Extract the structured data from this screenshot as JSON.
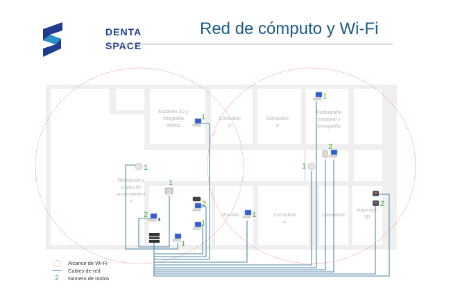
{
  "header": {
    "logo_line1": "DENTA",
    "logo_line2": "SPACE",
    "title": "Red de cómputo y Wi-Fi"
  },
  "colors": {
    "brand_dark": "#1f3d8f",
    "brand_light": "#2a8fc8",
    "title": "#1a5a86",
    "wifi_range": "#e88888",
    "cable": "#4e86a8",
    "node_count": "#3aa63a",
    "wall": "#eeeeee",
    "room_label": "#b4b4b4"
  },
  "rooms": [
    {
      "name": "escaneo",
      "lines": [
        "Escaneo 3D y",
        "fotografía",
        "clínica"
      ]
    },
    {
      "name": "consultorio-1",
      "lines": [
        "Consultori",
        "o"
      ]
    },
    {
      "name": "consultorio-2",
      "lines": [
        "Consultori",
        "o"
      ]
    },
    {
      "name": "radiografia",
      "lines": [
        "Radiografía",
        "extraoral y",
        "tomografía"
      ]
    },
    {
      "name": "recepcion",
      "lines": [
        "Recepción y",
        "cuarto de",
        "procesamient",
        "o"
      ]
    },
    {
      "name": "privado",
      "lines": [
        "Privado"
      ]
    },
    {
      "name": "consultorio-3",
      "lines": [
        "Consultori",
        "o"
      ]
    },
    {
      "name": "laboratorio",
      "lines": [
        "Laboratorio"
      ]
    },
    {
      "name": "impresion",
      "lines": [
        "Impresión",
        "3D"
      ]
    }
  ],
  "nodes": [
    {
      "name": "escaneo-computer",
      "icon": "computer",
      "count": "1"
    },
    {
      "name": "radiografia-computer",
      "icon": "computer",
      "count": "1"
    },
    {
      "name": "lab-printer-computer",
      "icon": "printer-computer",
      "count": "2"
    },
    {
      "name": "right-access-point",
      "icon": "wifi-access-point",
      "count": "1"
    },
    {
      "name": "left-access-point",
      "icon": "wifi-access-point",
      "count": "1"
    },
    {
      "name": "reception-printer",
      "icon": "printer",
      "count": "1"
    },
    {
      "name": "reception-printer-computer",
      "icon": "printer-computer",
      "count": "2"
    },
    {
      "name": "reception-computer-scanner",
      "icon": "computer",
      "count": "2"
    },
    {
      "name": "reception-computer-2",
      "icon": "computer",
      "count": "1"
    },
    {
      "name": "reception-laptop",
      "icon": "computer",
      "count": "1"
    },
    {
      "name": "server",
      "icon": "server",
      "count": ""
    },
    {
      "name": "privado-computer",
      "icon": "computer",
      "count": "1"
    },
    {
      "name": "3d-printers",
      "icon": "3d-printer",
      "count": "2"
    }
  ],
  "legend": [
    {
      "icon": "wifi-range-circle",
      "label": "Alcance de Wi-Fi"
    },
    {
      "icon": "network-cable-line",
      "label": "Cables de red"
    },
    {
      "icon": "node-count",
      "symbol": "2",
      "label": "Número de nodos"
    }
  ]
}
